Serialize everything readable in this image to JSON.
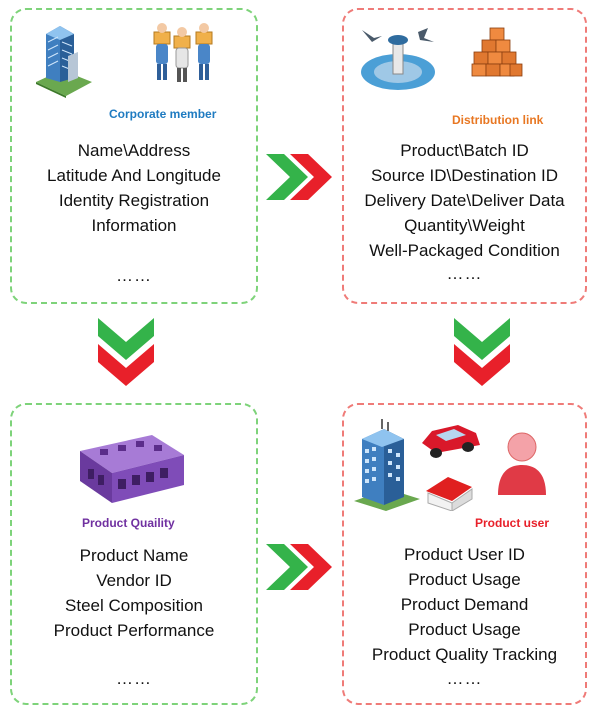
{
  "colors": {
    "green": "#34b34a",
    "red": "#e8202a",
    "blue_caption": "#1f7bc1",
    "orange_caption": "#e87722",
    "purple_caption": "#7030a0",
    "red_caption": "#e8202a"
  },
  "boxes": {
    "corporate_member": {
      "caption": "Corporate member",
      "icons": [
        "office-tower-icon",
        "workers-carrying-boxes-icon"
      ],
      "lines": [
        "Name\\Address",
        "Latitude And Longitude",
        "Identity Registration",
        "Information"
      ],
      "ellipsis": "……"
    },
    "distribution_link": {
      "caption": "Distribution link",
      "icons": [
        "airport-icon",
        "stacked-boxes-icon"
      ],
      "lines": [
        "Product\\Batch ID",
        "Source ID\\Destination ID",
        "Delivery Date\\Deliver Data",
        "Quantity\\Weight",
        "Well-Packaged Condition"
      ],
      "ellipsis": "……"
    },
    "product_quality": {
      "caption": "Product Quaility",
      "icons": [
        "factory-building-icon"
      ],
      "lines": [
        "Product Name",
        "Vendor ID",
        "Steel Composition",
        "Product Performance"
      ],
      "ellipsis": "……"
    },
    "product_user": {
      "caption": "Product user",
      "icons": [
        "city-buildings-icon",
        "car-icon",
        "house-icon",
        "user-icon"
      ],
      "lines": [
        "Product User ID",
        "Product Usage",
        "Product Demand",
        "Product Usage",
        "Product Quality Tracking"
      ],
      "ellipsis": "……"
    }
  }
}
